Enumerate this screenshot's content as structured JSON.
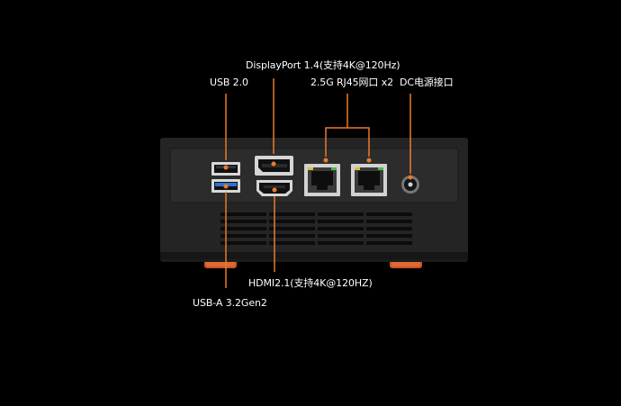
{
  "labels": {
    "usb2": "USB 2.0",
    "displayport": "DisplayPort 1.4(支持4K@120Hz)",
    "rj45": "2.5G RJ45网口 x2",
    "dc": "DC电源接口",
    "hdmi": "HDMI2.1(支持4K@120HZ)",
    "usba": "USB-A 3.2Gen2"
  },
  "colors": {
    "background": "#000000",
    "callout_line": "#e97b2e",
    "chassis": "#232323",
    "panel": "#2b2b2b",
    "usb3_blue": "#2f6fd6",
    "foot_orange": "#d4622a",
    "led_green": "#4fb84a",
    "led_yellow": "#d8c238"
  },
  "icons": [
    "usb-port-icon",
    "displayport-icon",
    "hdmi-port-icon",
    "ethernet-port-icon",
    "dc-jack-icon"
  ]
}
